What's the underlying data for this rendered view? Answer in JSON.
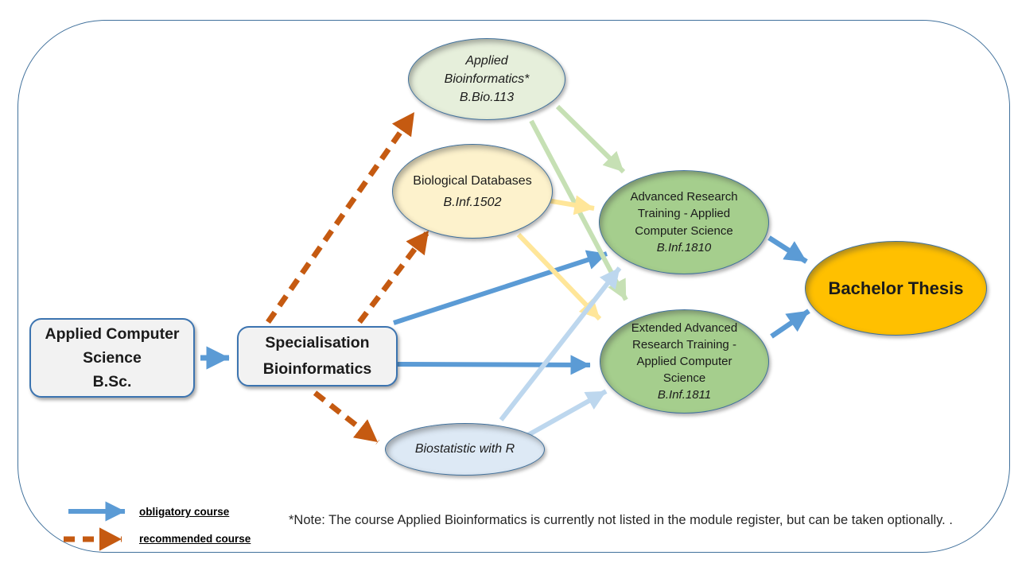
{
  "colors": {
    "frame_border": "#41719C",
    "node_border": "#41719C",
    "box_fill": "#F2F2F2",
    "blue": "#5B9BD5",
    "light_blue": "#BDD7EE",
    "yellow": "#FFE699",
    "light_green": "#C6E0B4",
    "orange": "#C55A11",
    "applied_bioinformatics_fill": "#E6EFDB",
    "biological_databases_fill": "#FDF2CC",
    "biostatistic_fill": "#DDE9F5",
    "research_training_fill": "#A5CE8D",
    "thesis_fill": "#FFC000"
  },
  "nodes": {
    "acs": {
      "lines": [
        "Applied Computer",
        "Science",
        "B.Sc."
      ]
    },
    "spec": {
      "lines": [
        "Specialisation",
        "Bioinformatics"
      ]
    },
    "applied_bioinf": {
      "line1": "Applied",
      "line2": "Bioinformatics*",
      "code": "B.Bio.113"
    },
    "bio_db": {
      "name": "Biological Databases",
      "code": "B.Inf.1502"
    },
    "biostat": {
      "name": "Biostatistic with R"
    },
    "art": {
      "name": "Advanced Research Training - Applied Computer Science",
      "code": "B.Inf.1810"
    },
    "eart": {
      "name": "Extended Advanced Research Training - Applied Computer Science",
      "code": "B.Inf.1811"
    },
    "thesis": {
      "name": "Bachelor Thesis"
    }
  },
  "legend": {
    "obligatory_label": "obligatory course",
    "recommended_label": "recommended course"
  },
  "note": "*Note: The course Applied Bioinformatics is currently not listed in the module register, but can be taken optionally. ."
}
